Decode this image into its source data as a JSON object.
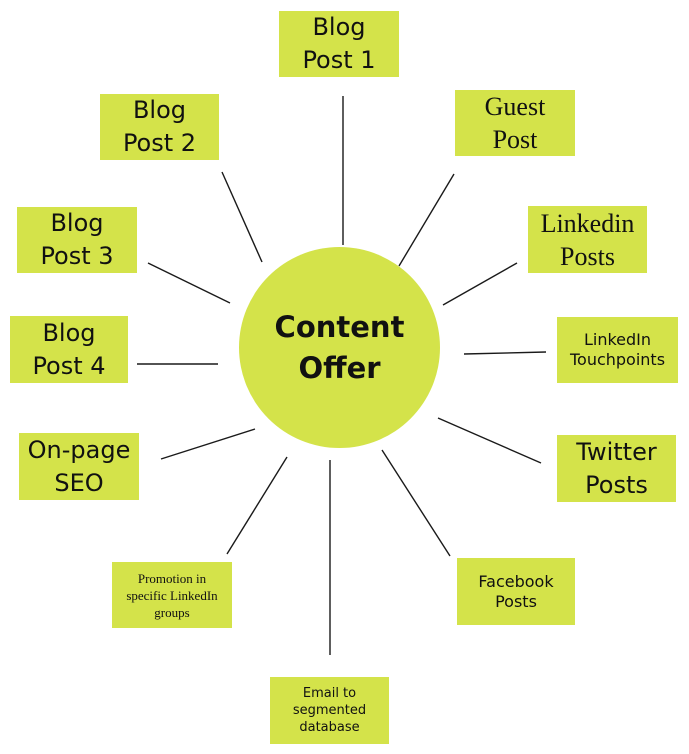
{
  "diagram": {
    "center": {
      "label": "Content\nOffer"
    },
    "nodes": [
      {
        "id": "blog-post-1",
        "label": "Blog\nPost 1"
      },
      {
        "id": "guest-post",
        "label": "Guest\nPost"
      },
      {
        "id": "linkedin-posts",
        "label": "Linkedin\nPosts"
      },
      {
        "id": "linkedin-touchpoints",
        "label": "LinkedIn\nTouchpoints"
      },
      {
        "id": "twitter-posts",
        "label": "Twitter\nPosts"
      },
      {
        "id": "facebook-posts",
        "label": "Facebook\nPosts"
      },
      {
        "id": "email-segmented-database",
        "label": "Email to\nsegmented\ndatabase"
      },
      {
        "id": "promotion-linkedin-groups",
        "label": "Promotion in\nspecific LinkedIn\ngroups"
      },
      {
        "id": "on-page-seo",
        "label": "On-page\nSEO"
      },
      {
        "id": "blog-post-4",
        "label": "Blog\nPost 4"
      },
      {
        "id": "blog-post-3",
        "label": "Blog\nPost 3"
      },
      {
        "id": "blog-post-2",
        "label": "Blog\nPost 2"
      }
    ],
    "colors": {
      "fill": "#d4e34a",
      "line": "#1a1a1a",
      "text": "#111111"
    }
  }
}
